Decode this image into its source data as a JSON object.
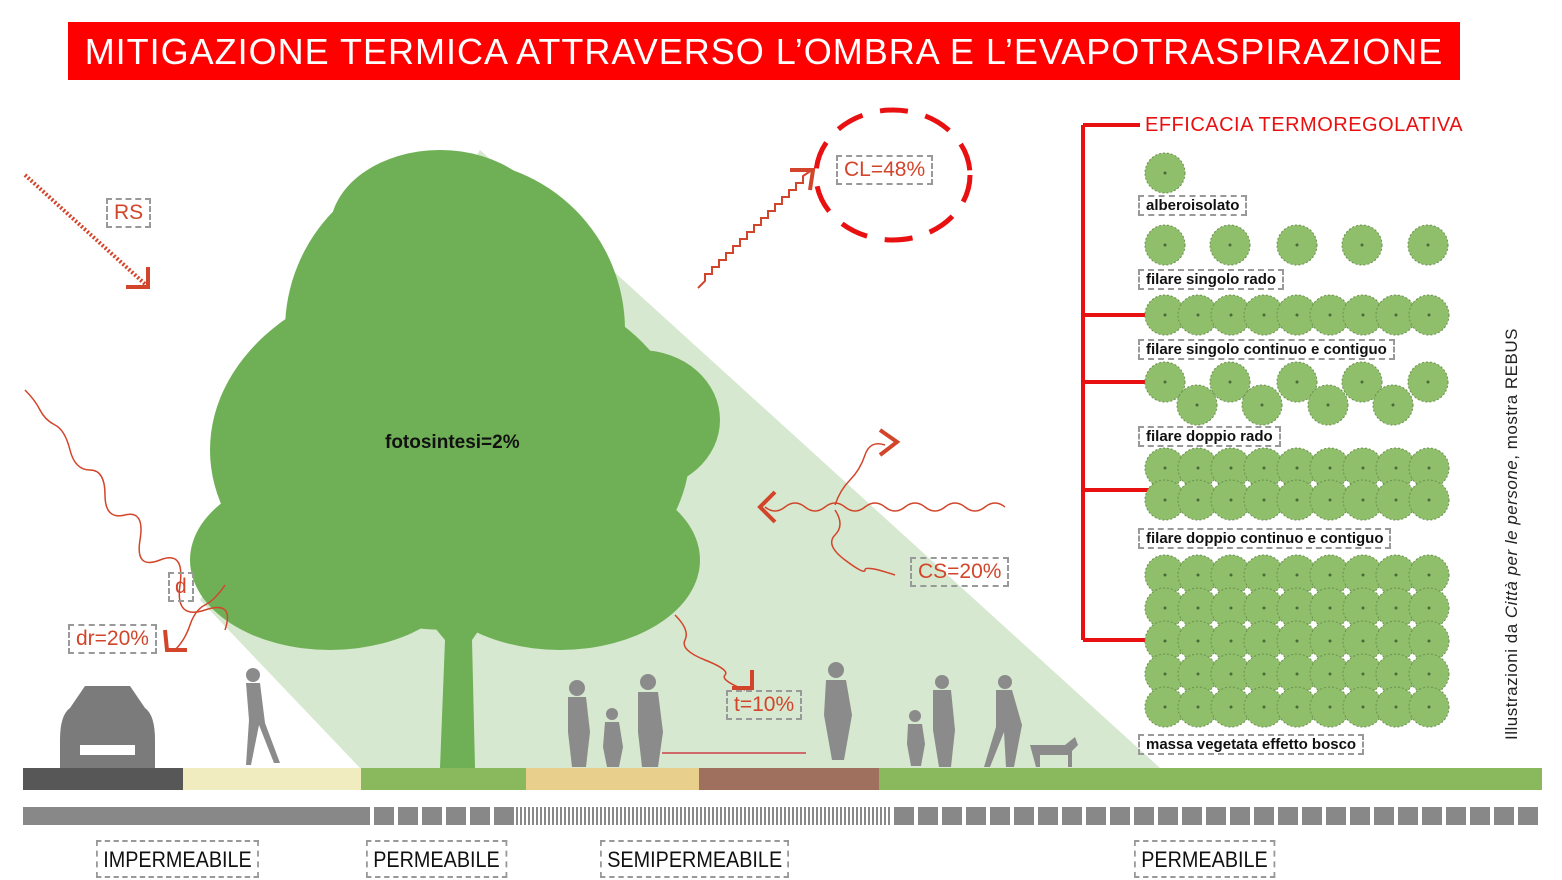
{
  "title": "MITIGAZIONE TERMICA ATTRAVERSO L’OMBRA E L’EVAPOTRASPIRAZIONE",
  "labels": {
    "rs": "RS",
    "cl": "CL=48%",
    "fotosintesi": "fotosintesi=2%",
    "d": "d",
    "dr": "dr=20%",
    "cs": "CS=20%",
    "t": "t=10%"
  },
  "efficacia": {
    "heading": "EFFICACIA TERMOREGOLATIVA",
    "items": [
      "alberoisolato",
      "filare singolo rado",
      "filare singolo continuo e contiguo",
      "filare doppio rado",
      "filare doppio continuo e contiguo",
      "massa vegetata effetto bosco"
    ]
  },
  "credit": {
    "prefix": "Illustrazioni da ",
    "italic": "Città per le persone",
    "suffix": ", mostra REBUS"
  },
  "surfaces": [
    "IMPERMEABILE",
    "PERMEABILE",
    "SEMIPERMEABILE",
    "PERMEABILE"
  ],
  "colors": {
    "red": "#ff0000",
    "tree": "#6fb056",
    "shade": "#d6e8cf",
    "icon": "#8fbf6a"
  }
}
